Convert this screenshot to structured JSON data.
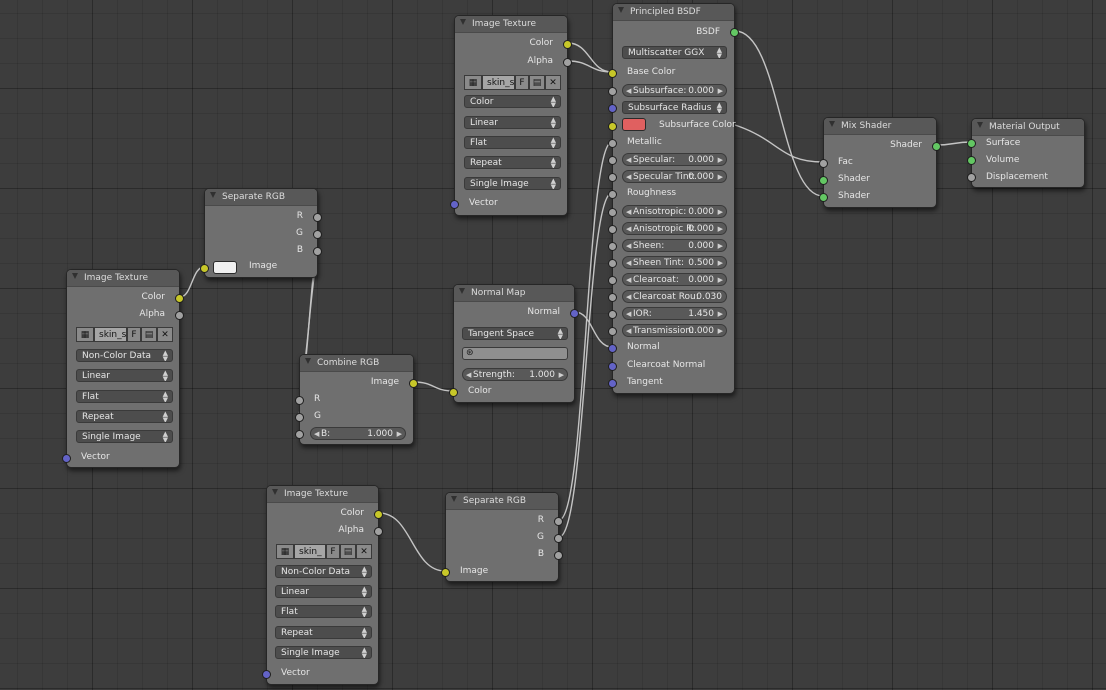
{
  "colors": {
    "socket_color": "#c7c729",
    "socket_float": "#a1a1a1",
    "socket_vector": "#6363c7",
    "socket_shader": "#63c763",
    "subsurface_color": "#e06060",
    "separate_image_swatch": "#f0f0f0"
  },
  "icons": {
    "image_type": "image-browse-icon",
    "open": "folder-open-icon",
    "unlink": "close-icon",
    "collapse": "triangle-down-icon",
    "uv": "uv-map-icon"
  },
  "nodes": {
    "img_top": {
      "title": "Image Texture",
      "out_color": "Color",
      "out_alpha": "Alpha",
      "image_name": "skin_s",
      "fake_user": "F",
      "color_space": "Color",
      "interpolation": "Linear",
      "projection": "Flat",
      "extension": "Repeat",
      "source": "Single Image",
      "in_vector": "Vector"
    },
    "img_left": {
      "title": "Image Texture",
      "out_color": "Color",
      "out_alpha": "Alpha",
      "image_name": "skin_s",
      "fake_user": "F",
      "color_space": "Non-Color Data",
      "interpolation": "Linear",
      "projection": "Flat",
      "extension": "Repeat",
      "source": "Single Image",
      "in_vector": "Vector"
    },
    "img_bottom": {
      "title": "Image Texture",
      "out_color": "Color",
      "out_alpha": "Alpha",
      "image_name": "skin_",
      "fake_user": "F",
      "color_space": "Non-Color Data",
      "interpolation": "Linear",
      "projection": "Flat",
      "extension": "Repeat",
      "source": "Single Image",
      "in_vector": "Vector"
    },
    "sep_top": {
      "title": "Separate RGB",
      "out_r": "R",
      "out_g": "G",
      "out_b": "B",
      "in_image": "Image"
    },
    "sep_bottom": {
      "title": "Separate RGB",
      "out_r": "R",
      "out_g": "G",
      "out_b": "B",
      "in_image": "Image"
    },
    "combine": {
      "title": "Combine RGB",
      "out_image": "Image",
      "in_r": "R",
      "in_g": "G",
      "b_label": "B:",
      "b_value": "1.000"
    },
    "normal_map": {
      "title": "Normal Map",
      "out_normal": "Normal",
      "space": "Tangent Space",
      "strength_label": "Strength:",
      "strength_value": "1.000",
      "in_color": "Color"
    },
    "bsdf": {
      "title": "Principled BSDF",
      "out_bsdf": "BSDF",
      "distribution": "Multiscatter GGX",
      "base_color": "Base Color",
      "subsurface_label": "Subsurface:",
      "subsurface_value": "0.000",
      "subsurface_radius": "Subsurface Radius",
      "subsurface_color": "Subsurface Color",
      "metallic": "Metallic",
      "specular_label": "Specular:",
      "specular_value": "0.000",
      "specular_tint_label": "Specular Tint:",
      "specular_tint_value": "0.000",
      "roughness": "Roughness",
      "anisotropic_label": "Anisotropic:",
      "anisotropic_value": "0.000",
      "anisotropic_rot_label": "Anisotropic R:",
      "anisotropic_rot_value": "0.000",
      "sheen_label": "Sheen:",
      "sheen_value": "0.000",
      "sheen_tint_label": "Sheen Tint:",
      "sheen_tint_value": "0.500",
      "clearcoat_label": "Clearcoat:",
      "clearcoat_value": "0.000",
      "clearcoat_rough_label": "Clearcoat Rou:",
      "clearcoat_rough_value": "0.030",
      "ior_label": "IOR:",
      "ior_value": "1.450",
      "transmission_label": "Transmission:",
      "transmission_value": "0.000",
      "normal": "Normal",
      "clearcoat_normal": "Clearcoat Normal",
      "tangent": "Tangent"
    },
    "mix": {
      "title": "Mix Shader",
      "out_shader": "Shader",
      "in_fac": "Fac",
      "in_shader1": "Shader",
      "in_shader2": "Shader"
    },
    "output": {
      "title": "Material Output",
      "in_surface": "Surface",
      "in_volume": "Volume",
      "in_displacement": "Displacement"
    }
  }
}
